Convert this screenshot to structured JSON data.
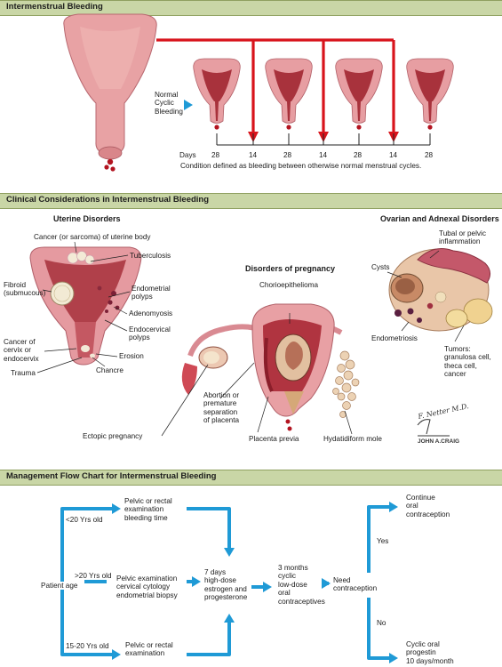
{
  "sections": {
    "intermenstrual": "Intermenstrual Bleeding",
    "clinical": "Clinical Considerations in Intermenstrual Bleeding",
    "management": "Management Flow Chart for Intermenstrual Bleeding"
  },
  "top": {
    "normal_label": [
      "Normal",
      "Cyclic",
      "Bleeding"
    ],
    "days_label": "Days",
    "days": [
      "28",
      "14",
      "28",
      "14",
      "28",
      "14",
      "28"
    ],
    "definition": "Condition defined as bleeding between otherwise normal menstrual cycles."
  },
  "uterine": {
    "title": "Uterine Disorders",
    "cancer_body": "Cancer (or sarcoma) of uterine body",
    "tuberculosis": "Tuberculosis",
    "fibroid": [
      "Fibroid",
      "(submucous)"
    ],
    "endometrial_polyps": [
      "Endometrial",
      "polyps"
    ],
    "adenomyosis": "Adenomyosis",
    "endocervical_polyps": [
      "Endocervical",
      "polyps"
    ],
    "cancer_cervix": [
      "Cancer of",
      "cervix or",
      "endocervix"
    ],
    "erosion": "Erosion",
    "trauma": "Trauma",
    "chancre": "Chancre"
  },
  "pregnancy": {
    "title": "Disorders of pregnancy",
    "chorio": "Chorioepithelioma",
    "abortion": [
      "Abortion or",
      "premature",
      "separation",
      "of placenta"
    ],
    "ectopic": "Ectopic pregnancy",
    "previa": "Placenta previa",
    "mole": "Hydatidiform mole"
  },
  "ovarian": {
    "title": "Ovarian and Adnexal Disorders",
    "tubal": [
      "Tubal or pelvic",
      "inflammation"
    ],
    "cysts": "Cysts",
    "endometriosis": "Endometriosis",
    "tumors": [
      "Tumors:",
      "granulosa cell,",
      "theca cell,",
      "cancer"
    ]
  },
  "signature": {
    "netter": "F. Netter M.D.",
    "craig": "JOHN A.CRAIG"
  },
  "flow": {
    "patient_age": "Patient age",
    "under20": "<20 Yrs old",
    "over20": ">20 Yrs old",
    "mid": "15-20 Yrs old",
    "pelvic_bleeding": [
      "Pelvic or rectal",
      "examination",
      "bleeding time"
    ],
    "pelvic_cytology": [
      "Pelvic examination",
      "cervical cytology",
      "endometrial biopsy"
    ],
    "pelvic_rectal": [
      "Pelvic or rectal",
      "examination"
    ],
    "seven_days": [
      "7 days",
      "high-dose",
      "estrogen and",
      "progesterone"
    ],
    "three_months": [
      "3 months",
      "cyclic",
      "low-dose",
      "oral",
      "contraceptives"
    ],
    "need": [
      "Need",
      "contraception"
    ],
    "yes": "Yes",
    "no": "No",
    "continue": [
      "Continue",
      "oral",
      "contraception"
    ],
    "cyclic_oral": [
      "Cyclic oral",
      "progestin",
      "10 days/month"
    ]
  },
  "colors": {
    "band": "#c9d6a6",
    "red_arrow": "#d8141c",
    "blue_arrow": "#1f9ad6",
    "tissue": "#e08f96",
    "cavity": "#a8323c"
  }
}
